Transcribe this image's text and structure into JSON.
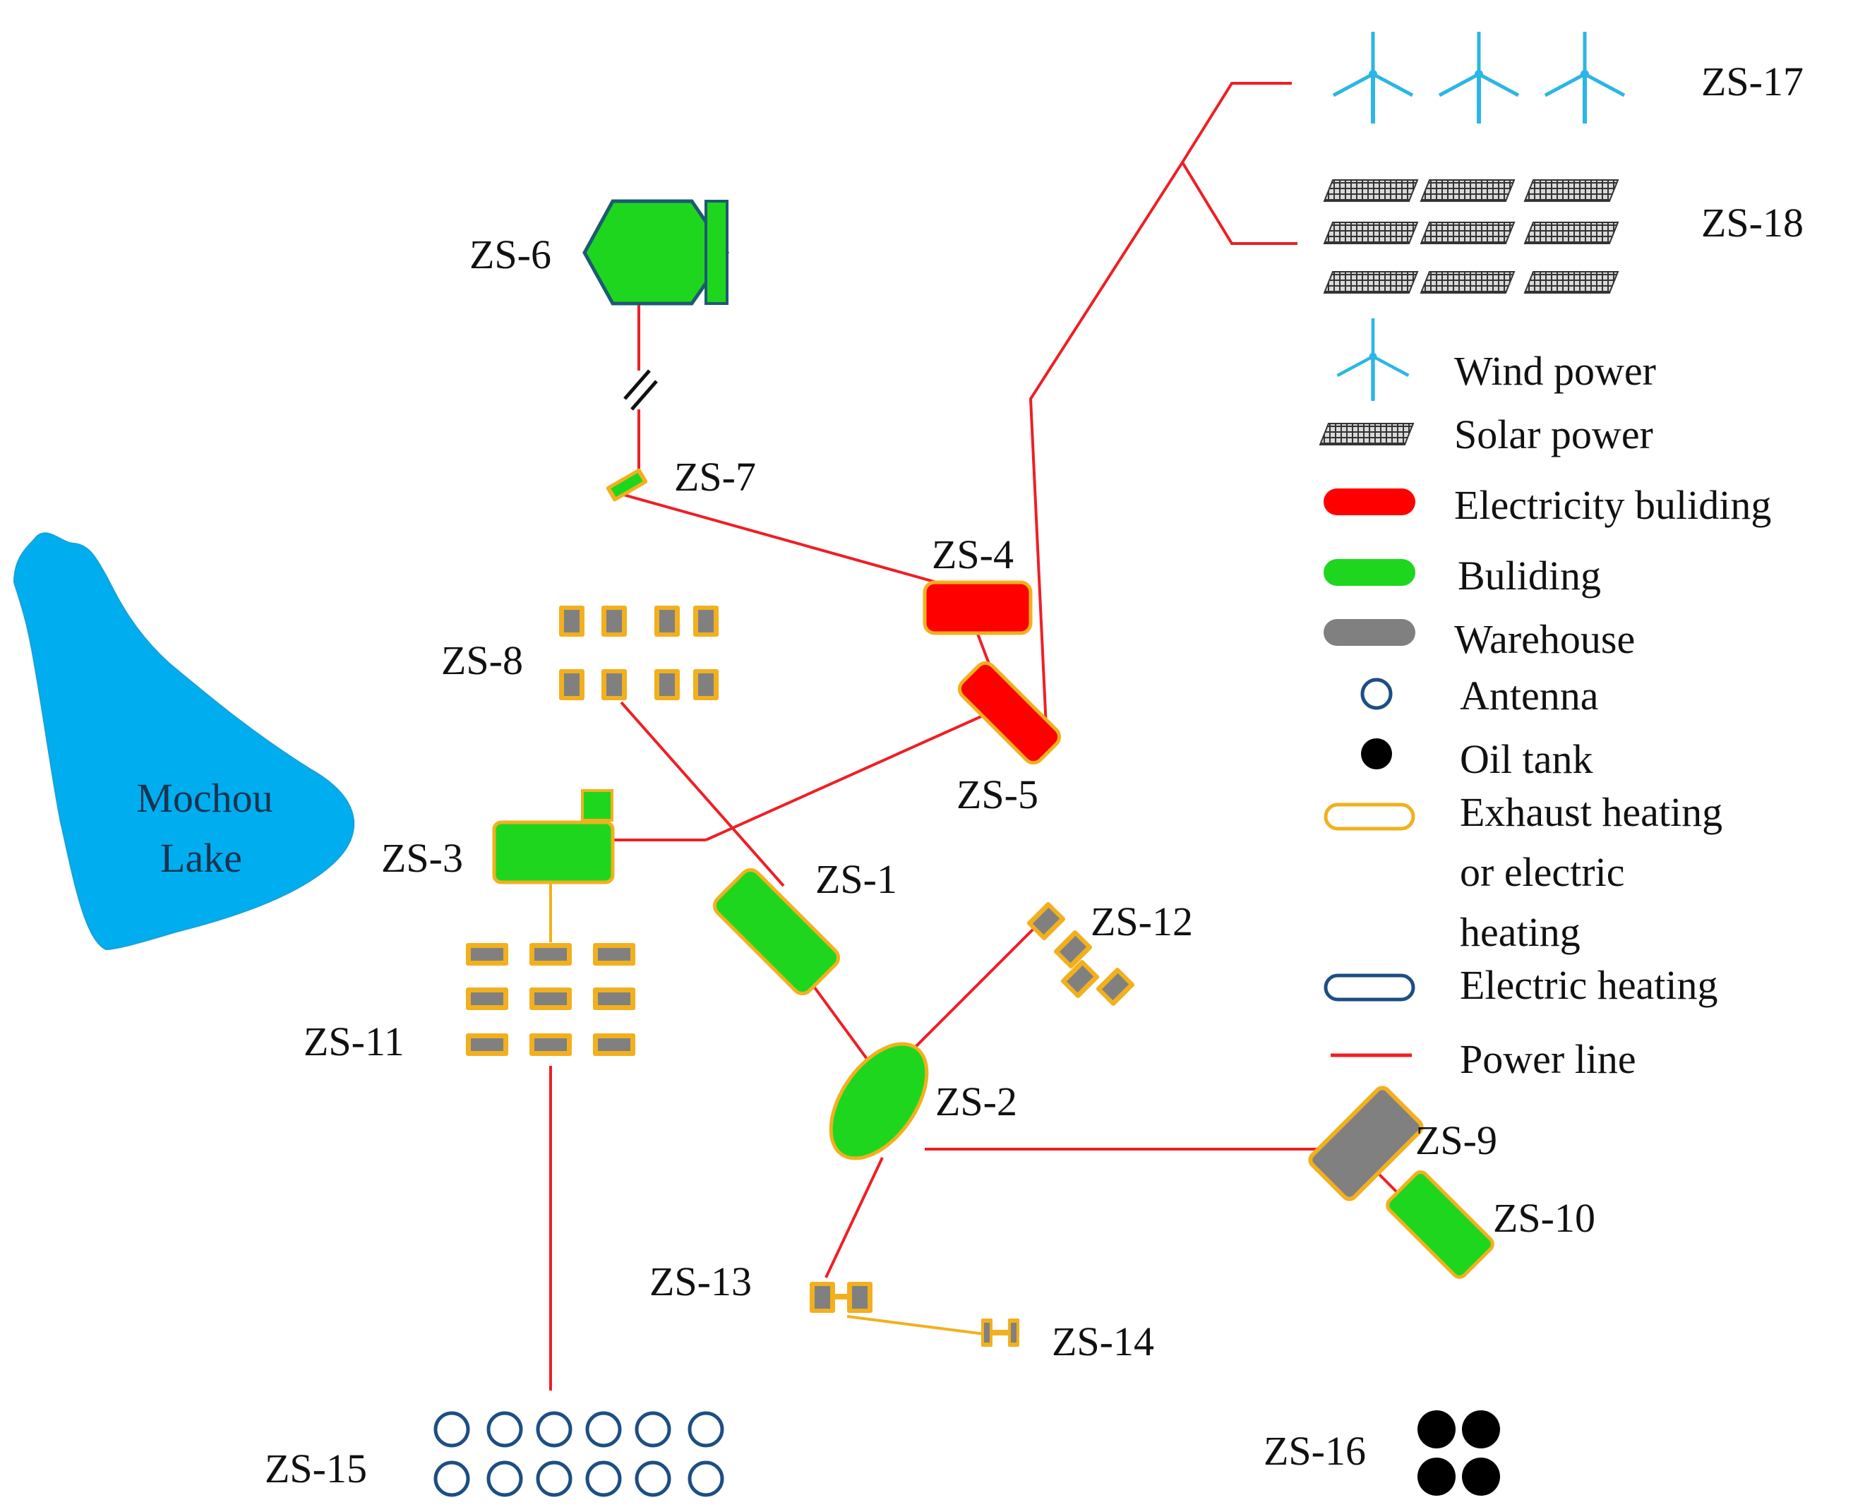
{
  "colors": {
    "power_line": "#ee1f25",
    "building": "#1ed61e",
    "electricity_building": "#ff0000",
    "warehouse": "#808080",
    "exhaust_outline": "#f2b01e",
    "electric_outline": "#1d4e84",
    "wind": "#2bb6e6",
    "lake": "#00aeef",
    "oil_tank": "#000000"
  },
  "lake": {
    "label_line1": "Mochou",
    "label_line2": "Lake"
  },
  "stations": {
    "zs1": "ZS-1",
    "zs2": "ZS-2",
    "zs3": "ZS-3",
    "zs4": "ZS-4",
    "zs5": "ZS-5",
    "zs6": "ZS-6",
    "zs7": "ZS-7",
    "zs8": "ZS-8",
    "zs9": "ZS-9",
    "zs10": "ZS-10",
    "zs11": "ZS-11",
    "zs12": "ZS-12",
    "zs13": "ZS-13",
    "zs14": "ZS-14",
    "zs15": "ZS-15",
    "zs16": "ZS-16",
    "zs17": "ZS-17",
    "zs18": "ZS-18"
  },
  "legend": {
    "wind": "Wind power",
    "solar": "Solar power",
    "electricity_building": "Electricity buliding",
    "building": "Buliding",
    "warehouse": "Warehouse",
    "antenna": "Antenna",
    "oil_tank": "Oil tank",
    "exhaust_line1": "Exhaust heating",
    "exhaust_line2": "or electric",
    "exhaust_line3": "heating",
    "electric_heating": "Electric heating",
    "power_line": "Power line"
  }
}
